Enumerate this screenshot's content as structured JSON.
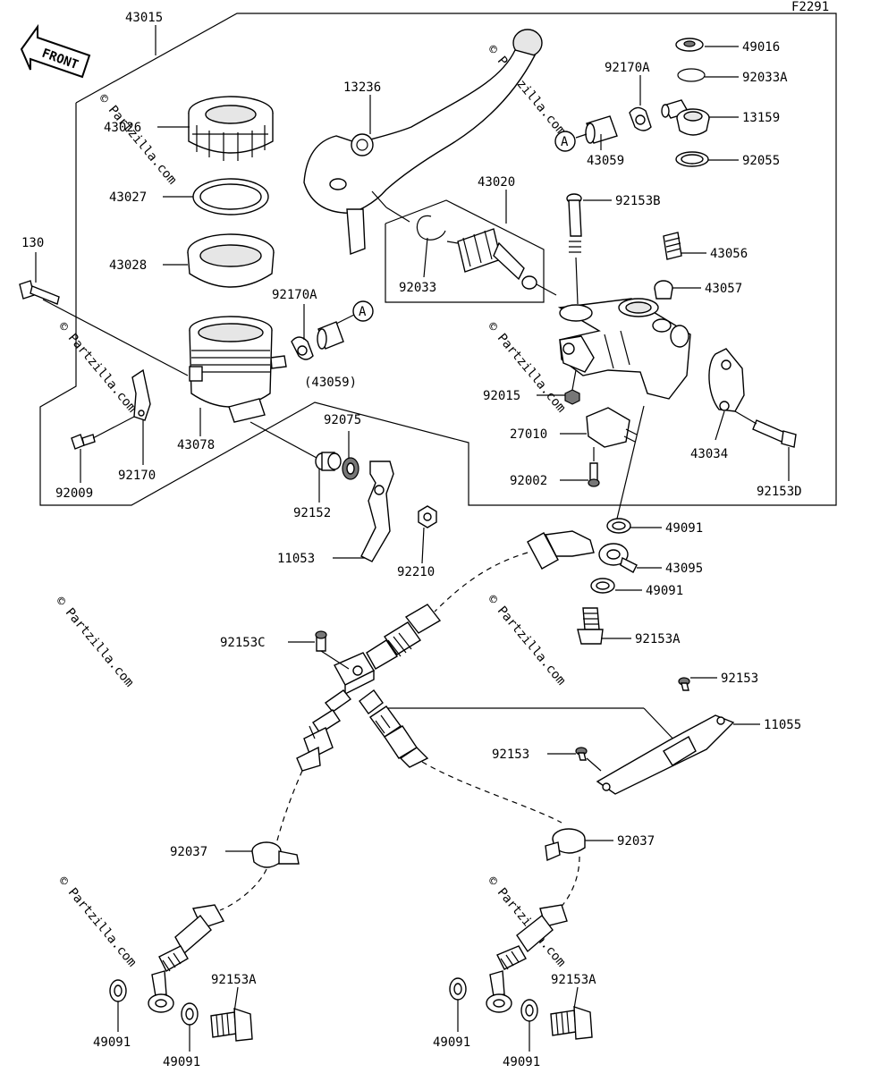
{
  "figure_code": "F2291",
  "front_label": "FRONT",
  "watermark": "© Partzilla.com",
  "callout_letter": "A",
  "labels": {
    "p43015": "43015",
    "p43026": "43026",
    "p43027": "43027",
    "p43028": "43028",
    "p130": "130",
    "p92170A_1": "92170A",
    "p43059_ref": "(43059)",
    "p43078": "43078",
    "p92009": "92009",
    "p92170": "92170",
    "p92075": "92075",
    "p92152": "92152",
    "p11053": "11053",
    "p92210": "92210",
    "p13236": "13236",
    "p43020": "43020",
    "p92033": "92033",
    "p92170A_2": "92170A",
    "p43059": "43059",
    "p49016": "49016",
    "p92033A": "92033A",
    "p13159": "13159",
    "p92055": "92055",
    "p92153B": "92153B",
    "p43056": "43056",
    "p43057": "43057",
    "p92015": "92015",
    "p27010": "27010",
    "p92002": "92002",
    "p43034": "43034",
    "p92153D": "92153D",
    "p49091_1": "49091",
    "p43095": "43095",
    "p49091_2": "49091",
    "p92153A_1": "92153A",
    "p92153C": "92153C",
    "p92153_1": "92153",
    "p11055": "11055",
    "p92153_2": "92153",
    "p92037_1": "92037",
    "p92037_2": "92037",
    "p92153A_2": "92153A",
    "p92153A_3": "92153A",
    "p49091_3": "49091",
    "p49091_4": "49091",
    "p49091_5": "49091",
    "p49091_6": "49091"
  }
}
